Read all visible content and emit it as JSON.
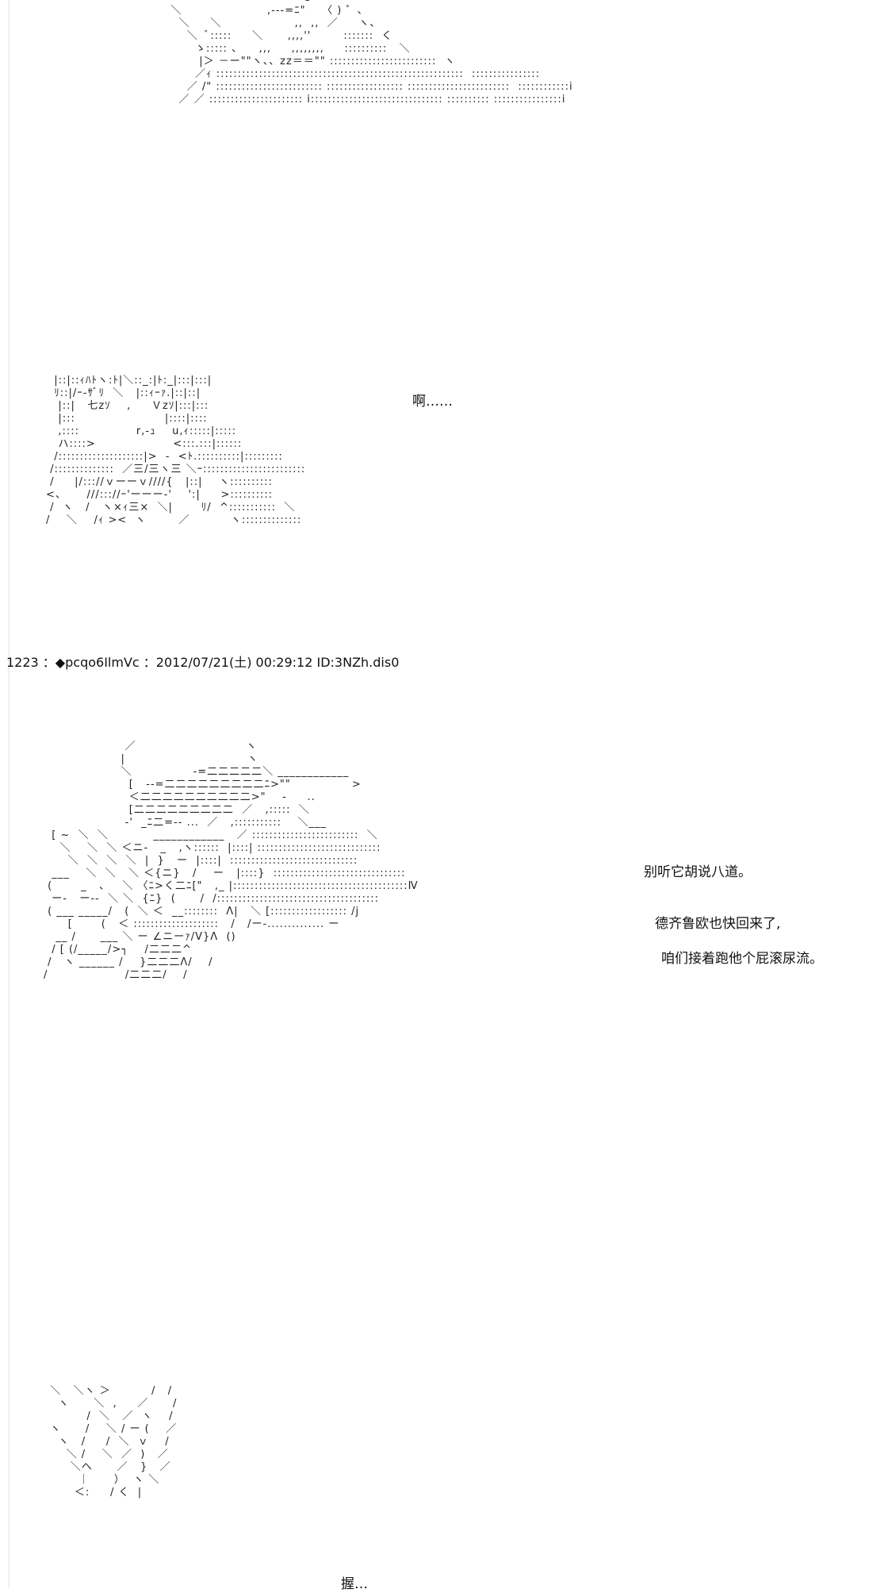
{
  "ascii_art": {
    "sleeping": "                              ー--ｭ丶\n  ＼                     ,---=ﾆ\"    〈 ) ゜、\n    ＼     ＼                  ,,  ,,  ／     ヽ、\n      ＼  ﾞ:::::     ＼      ,,,,''        :::::::  く\n        ゝ::::: 、    ,,,     ,,,,,,,,     ::::::::::   ＼\n         |＞ －ー\"\"ヽ、、zz＝＝\"\" :::::::::::::::::::::::::  ヽ\n        ／ｨ ::::::::::::::::::::::::::::::::::::::::::::::::::::::::::  ::::::::::::::::\n      ／ /\" ::::::::::::::::::::::::: :::::::::::::::::: ::::::::::::::::::::::::  ::::::::::::i\n    ／ ／ :::::::::::::::::::::: i::::::::::::::::::::::::::::::: :::::::::: ::::::::::::::::i",
    "character": "  |::|::ｨﾊﾄヽ:ﾄ|＼::_:|ﾄ:_|:::|:::|\n  ﾘ::|/ｰ-ｻﾞﾘ  ＼   |::ｨｰｧ.|::|::|\n   |::|   七zｿ    ,     Ｖzｿ|:::|:::\n   |:::                      |::::|::::\n   ,::::              r,-ｭ    u,ｨ:::::|:::::\n   ハ::::>                   <:::.:::|::::::\n  /::::::::::::::::::::|>  -  <ﾄ.::::::::::|:::::::::\n /::::::::::::::  ／三/三ヽ三 ＼ｰ::::::::::::::::::::::::\n /     |/::://ｖーーｖ////{   |::|    ヽ::::::::::\n<、     ///::://ｰ'ーーー-'    ':|     >::::::::::\n /  ヽ   /   ヽ×ｨ三×  ＼|       ﾘ/  ^:::::::::::  ＼\n/    ＼    /ｨ ><  ヽ        ／          ヽ::::::::::::::",
    "scene": "                    ／                           ヽ\n                   |                              ヽ\n                   ＼               -=二二二二二＼ ____________\n                     [   --=二二二二二二二二二ﾆ>\"\"               >\n                     ＜二二二二二二二二二二>\"    -     ..\n                     [二二二二二二二二二  ／   ,:::::  ＼\n                    -'  _ﾆ二=-- ...  ／   ,:::::::::::    ＼___\n  [ ~  ＼  ＼           ____________   ／ :::::::::::::::::::::::::  ＼\n    ＼    ＼  ＼ ＜ニ-   _   ,ヽ::::::  |::::| :::::::::::::::::::::::::::::\n      ＼  ＼  ＼  ＼  |  }   ー  |::::|  ::::::::::::::::::::::::::::::\n  ___    ＼  ＼   ＼ ＜{ニ}   /    ー   |::::}  :::::::::::::::::::::::::::::::\n (       _   、   ＼ 〈ﾆ>く二ﾆ[\"   ,_ |:::::::::::::::::::::::::::::::::::::::::Ⅳ\n  ー-   ー--  ＼ ＼  {ﾆ}  (      /  /::::::::::::::::::::::::::::::::::::::\n ( ___ _____/   (  ＼ ＜  __::::::::  Λ|   ＼ [:::::::::::::::::: /j\n      [       (   ＜ ::::::::::::::::::::   /   /ー-.............. ー\n   __ /      ___ ＼ ー ∠ニーｧ/Ⅴ}Λ  ()\n  / [ (/_____/>┐    /二二二^\n /   ヽ ______ /    }二二二Λ/    /\n/                   /二二二/    /",
    "bottom": " ＼   ＼ヽ ＞          /   /\n   ヽ      ＼  ,     ／      /\n          /  ＼   ／  ヽ    /\n ヽ      /    ＼ / ー (    ／\n   ヽ   /     /  ＼  ｖ    /\n     ＼ /    ＼  ／  )   ／\n      ＼ヘ      ／   }   ／\n        ｜      ）  ヽ ＼\n       ＜:     / く  |"
  },
  "dialogue": {
    "ah": "啊……",
    "post_header": "1223 ：◆pcqo6IlmVc ：2012/07/21(土) 00:29:12 ID:3NZh.dis0",
    "line1": "别听它胡说八道。",
    "line2": "德齐鲁欧也快回来了,",
    "line3": "咱们接着跑他个屁滚尿流。",
    "grab": "握…"
  }
}
